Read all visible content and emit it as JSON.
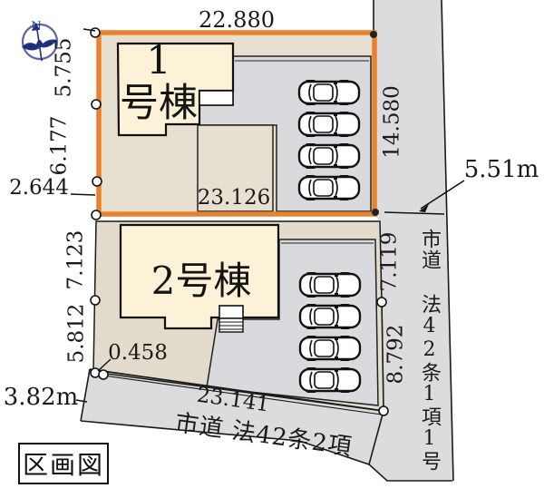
{
  "legend": {
    "label": "区画図"
  },
  "compass": {
    "north_label": "N"
  },
  "lot1": {
    "building_label_line1": "1",
    "building_label_line2": "号棟",
    "dim_top": "22.880",
    "dim_bottom": "23.126",
    "dim_left_upper": "5.755",
    "dim_left_middle": "6.177",
    "dim_left_lower": "2.644",
    "dim_right": "14.580",
    "parking_spaces": 4
  },
  "lot2": {
    "building_label": "2号棟",
    "dim_left_upper": "7.123",
    "dim_left_lower": "5.812",
    "dim_right_upper": "7.119",
    "dim_right_lower": "8.792",
    "dim_corner_offset": "0.458",
    "parking_spaces": 4
  },
  "roads": {
    "right": {
      "name": "市道 法42条1項1号",
      "width_label": "5.51m"
    },
    "bottom": {
      "name": "市道 法42条2項",
      "width_label": "3.82m",
      "dim_length": "23.141"
    }
  },
  "colors": {
    "lot_accent_orange": "#e8822e",
    "lot1_fill": "#e7e0d1",
    "lot2_fill": "#e3dbcb",
    "building_fill": "#fbf2d8",
    "road_fill": "#dcdcdf",
    "parking_fill": "#d9dadd",
    "compass_navy": "#1c2f80"
  }
}
